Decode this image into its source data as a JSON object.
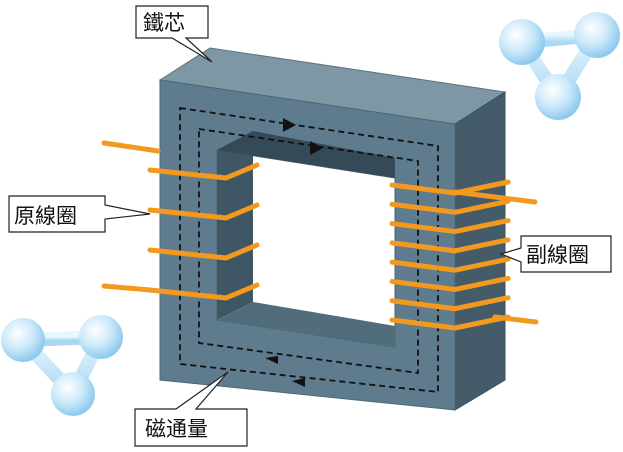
{
  "labels": {
    "core": "鐵芯",
    "primary_coil": "原線圈",
    "secondary_coil": "副線圈",
    "magnetic_flux": "磁通量"
  },
  "primary_turns": 4,
  "secondary_turns": 8,
  "colors": {
    "core_front": "#5e7c8d",
    "core_top": "#7d97a5",
    "core_side": "#445c69",
    "core_inner_shadow": "#3f5765",
    "wire": "#f39a1e",
    "flux_line": "#111111",
    "molecule": "#bfe3f7"
  },
  "icons": {
    "molecule": "molecule-icon",
    "flux_arrow": "arrow-head-icon"
  }
}
